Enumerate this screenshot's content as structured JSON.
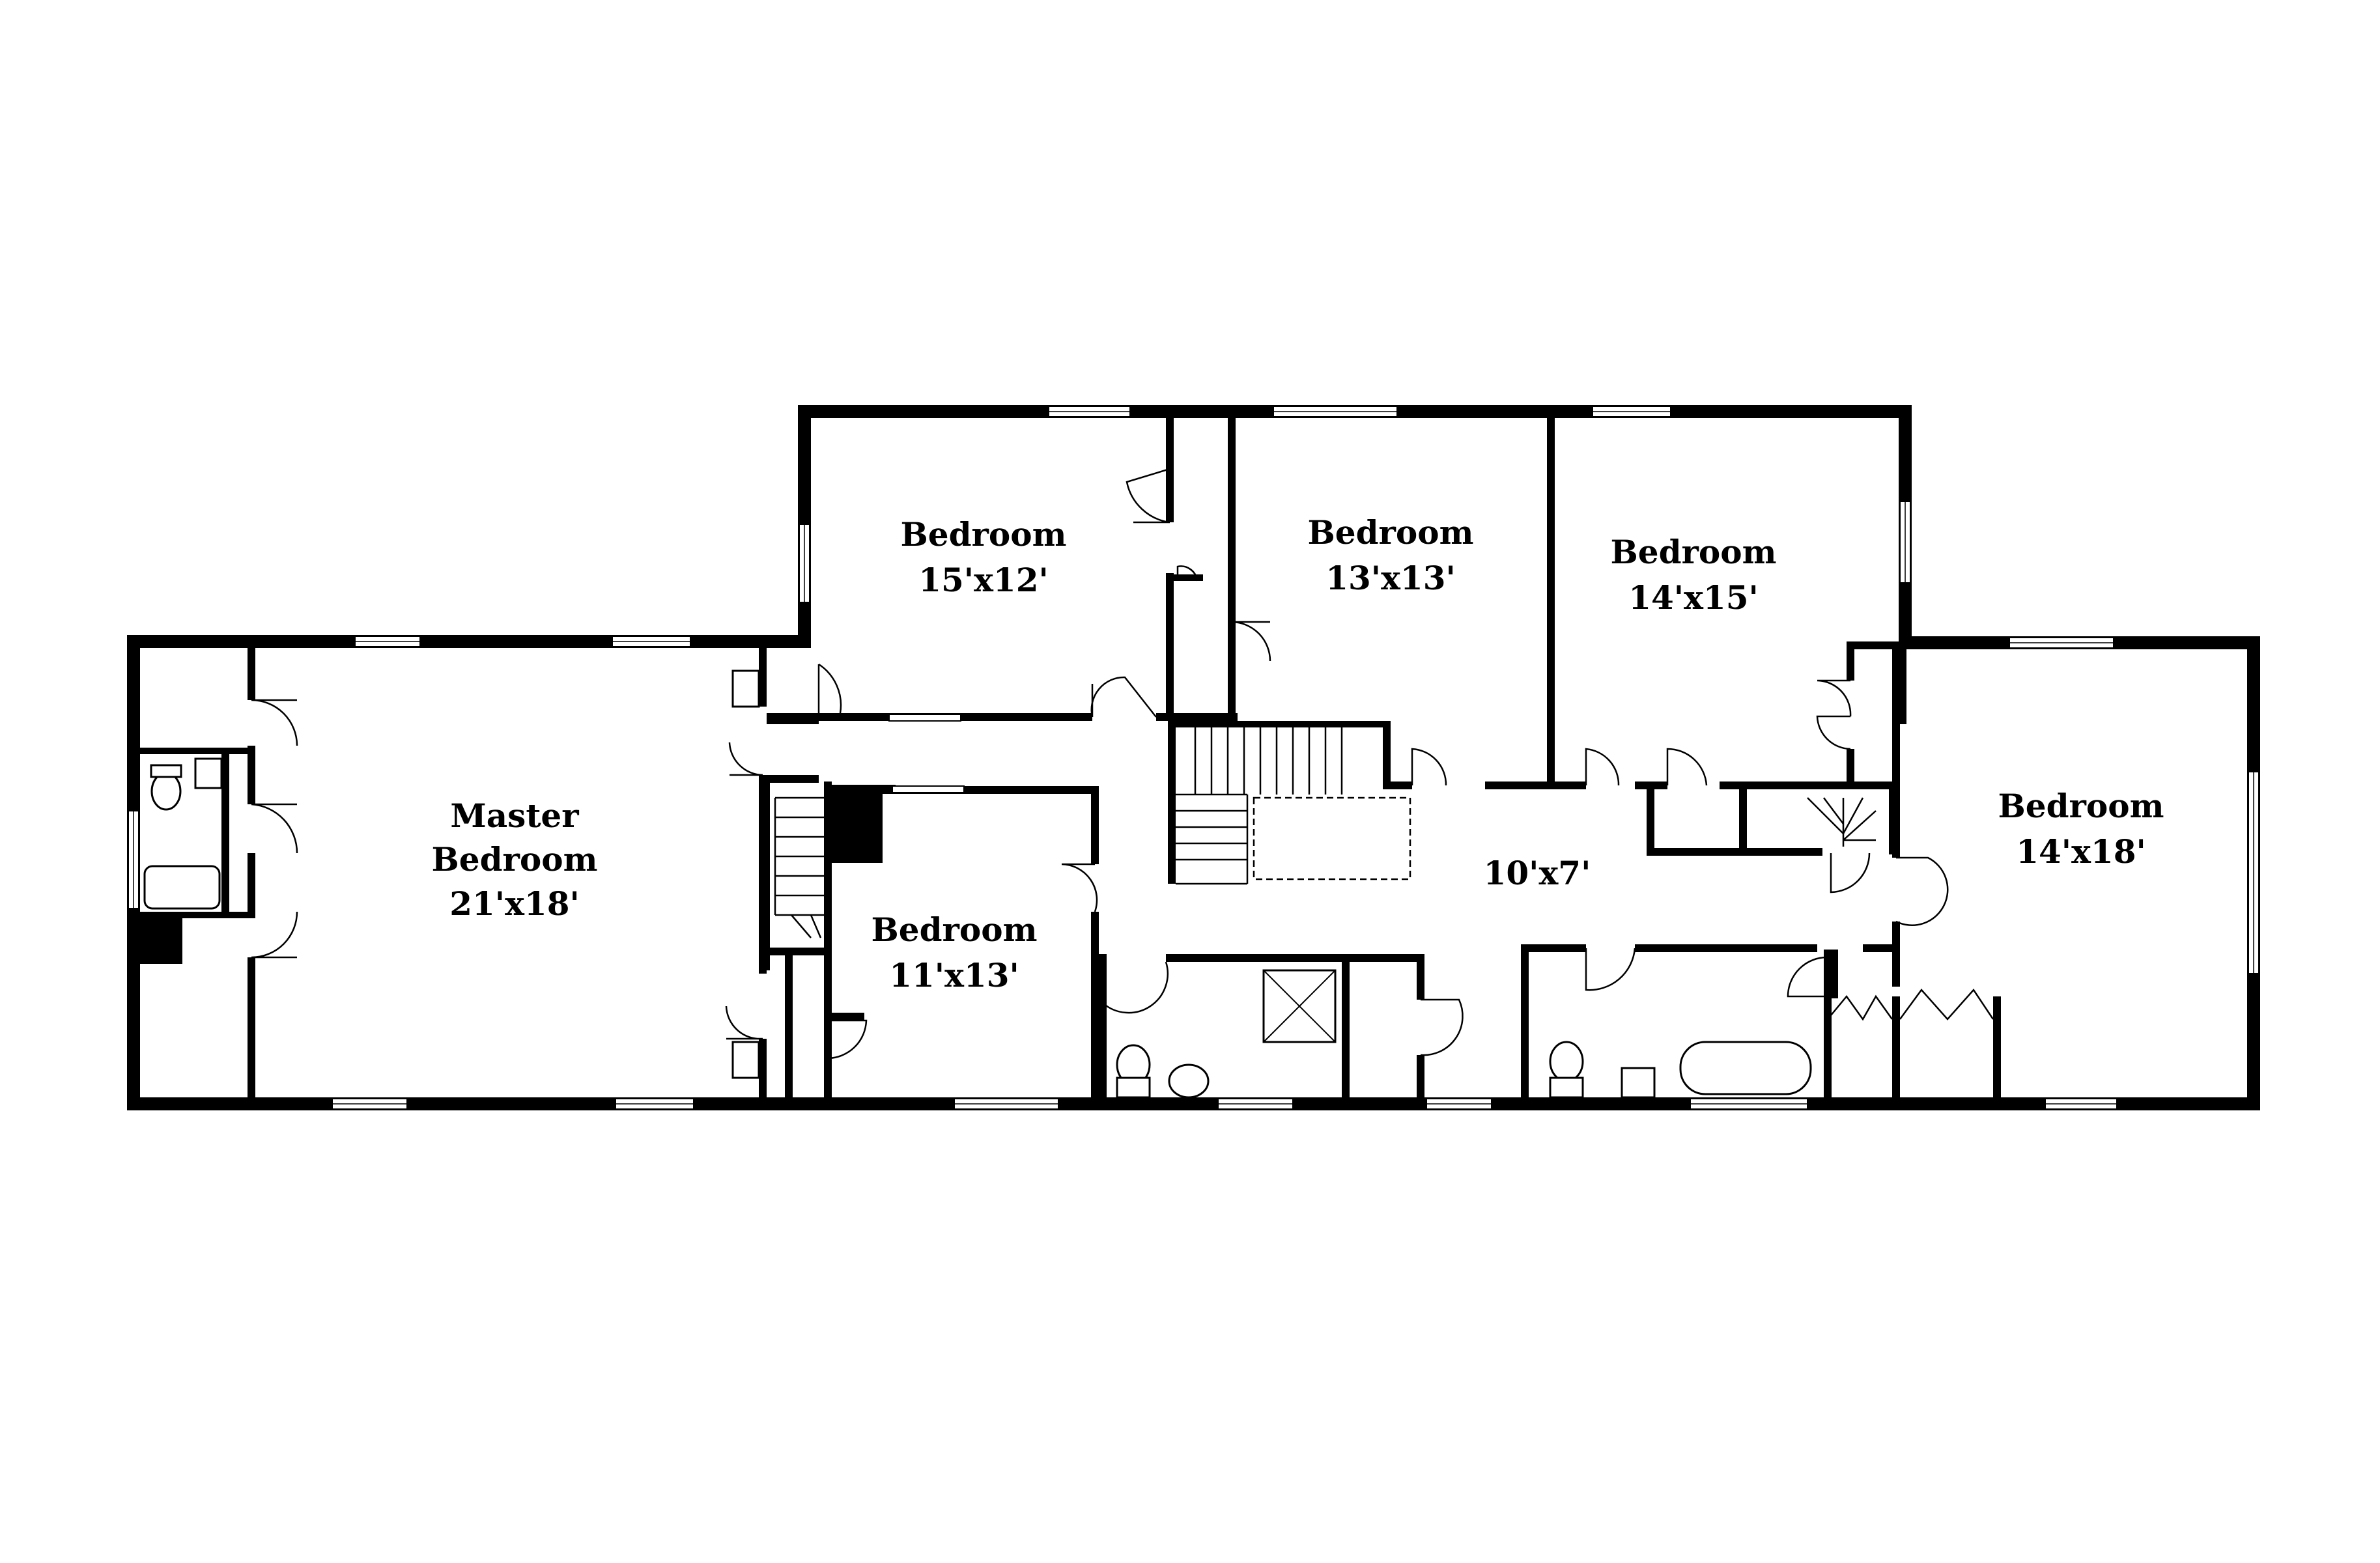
{
  "rooms": [
    {
      "id": "master",
      "name_line1": "Master",
      "name_line2": "Bedroom",
      "size": "21'x18'"
    },
    {
      "id": "bed1",
      "name": "Bedroom",
      "size": "15'x12'"
    },
    {
      "id": "bed2",
      "name": "Bedroom",
      "size": "13'x13'"
    },
    {
      "id": "bed3",
      "name": "Bedroom",
      "size": "14'x15'"
    },
    {
      "id": "bed4",
      "name": "Bedroom",
      "size": "14'x18'"
    },
    {
      "id": "bed5",
      "name": "Bedroom",
      "size": "11'x13'"
    },
    {
      "id": "hall",
      "size": "10'x7'"
    }
  ],
  "colors": {
    "wall": "#000000",
    "background": "#ffffff"
  }
}
